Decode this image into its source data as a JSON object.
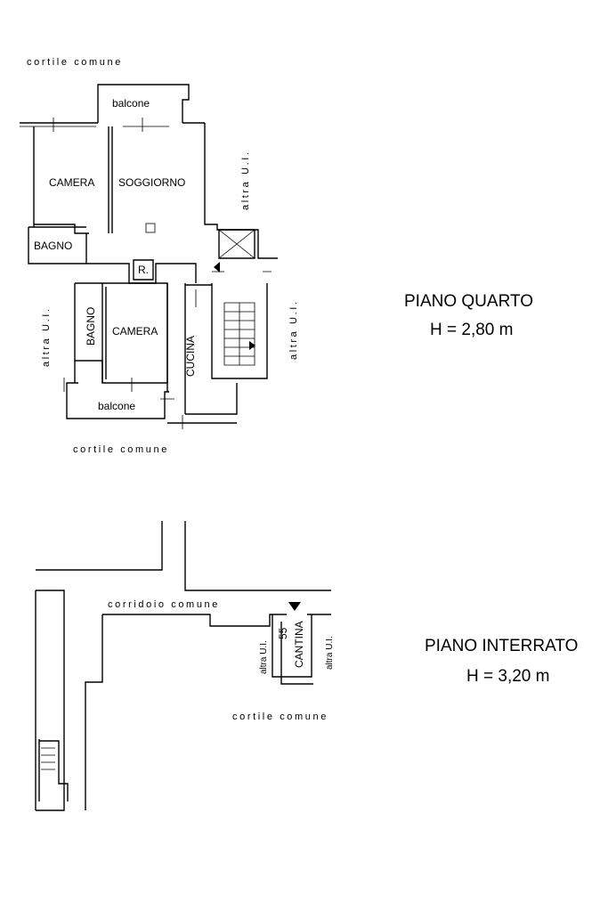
{
  "labels": {
    "cortile_top": "cortile comune",
    "cortile_mid": "cortile comune",
    "cortile_bottom": "cortile comune",
    "balcone_top": "balcone",
    "balcone_bottom": "balcone",
    "camera_1": "CAMERA",
    "soggiorno": "SOGGIORNO",
    "bagno_1": "BAGNO",
    "ripostiglio": "R.",
    "bagno_2": "BAGNO",
    "camera_2": "CAMERA",
    "cucina": "CUCINA",
    "altra_ui_1": "altra U.I.",
    "altra_ui_2": "altra U.I.",
    "altra_ui_3": "altra U.I.",
    "corridoio": "corridoio comune",
    "cantina": "CANTINA",
    "cantina_num": "55",
    "altra_ui_4": "altra U.I.",
    "altra_ui_5": "altra U.I."
  },
  "floors": {
    "quarto_title": "PIANO QUARTO",
    "quarto_height": "H = 2,80 m",
    "interrato_title": "PIANO INTERRATO",
    "interrato_height": "H = 3,20 m"
  }
}
